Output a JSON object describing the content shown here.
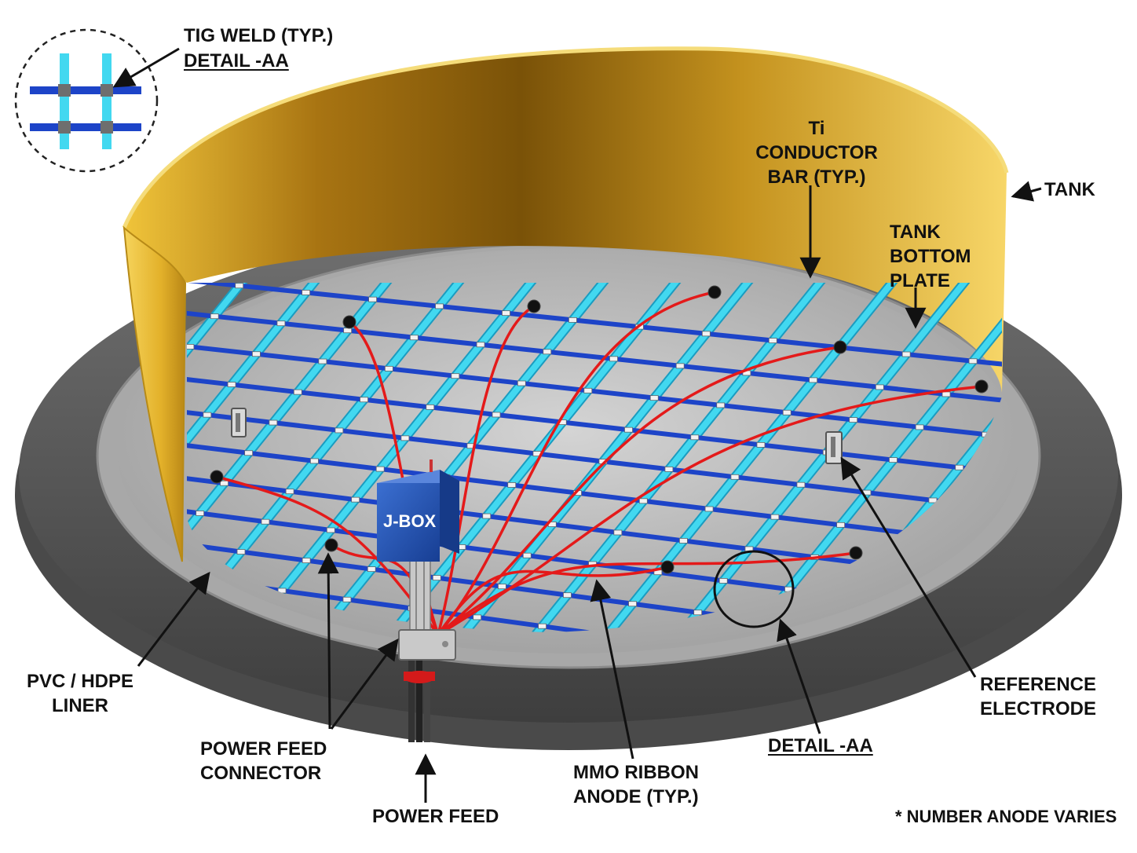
{
  "labels": {
    "tig_weld": "TIG WELD (TYP.)",
    "detail_top": "DETAIL -AA",
    "ti_bar_1": "Ti",
    "ti_bar_2": "CONDUCTOR",
    "ti_bar_3": "BAR (TYP.)",
    "tank": "TANK",
    "bottom_plate_1": "TANK",
    "bottom_plate_2": "BOTTOM",
    "bottom_plate_3": "PLATE",
    "jbox": "J-BOX",
    "liner_1": "PVC / HDPE",
    "liner_2": "LINER",
    "pfc_1": "POWER FEED",
    "pfc_2": "CONNECTOR",
    "power_feed": "POWER FEED",
    "mmo_1": "MMO RIBBON",
    "mmo_2": "ANODE (TYP.)",
    "detail_bottom": "DETAIL -AA",
    "ref_1": "REFERENCE",
    "ref_2": "ELECTRODE",
    "note": "* NUMBER ANODE VARIES"
  },
  "colors": {
    "tank_gold": "#e7b42a",
    "conductor_bar": "#42d8f0",
    "mmo_anode": "#1d44c8",
    "cable_red": "#e41a1a",
    "jbox_blue": "#1f4fb3",
    "liner_gray": "#5c5c5c",
    "plate_gray": "#bdbdbd"
  },
  "icons": {
    "reference_electrode": "bracket-electrode-icon",
    "anode_termination": "black-ball-icon"
  }
}
